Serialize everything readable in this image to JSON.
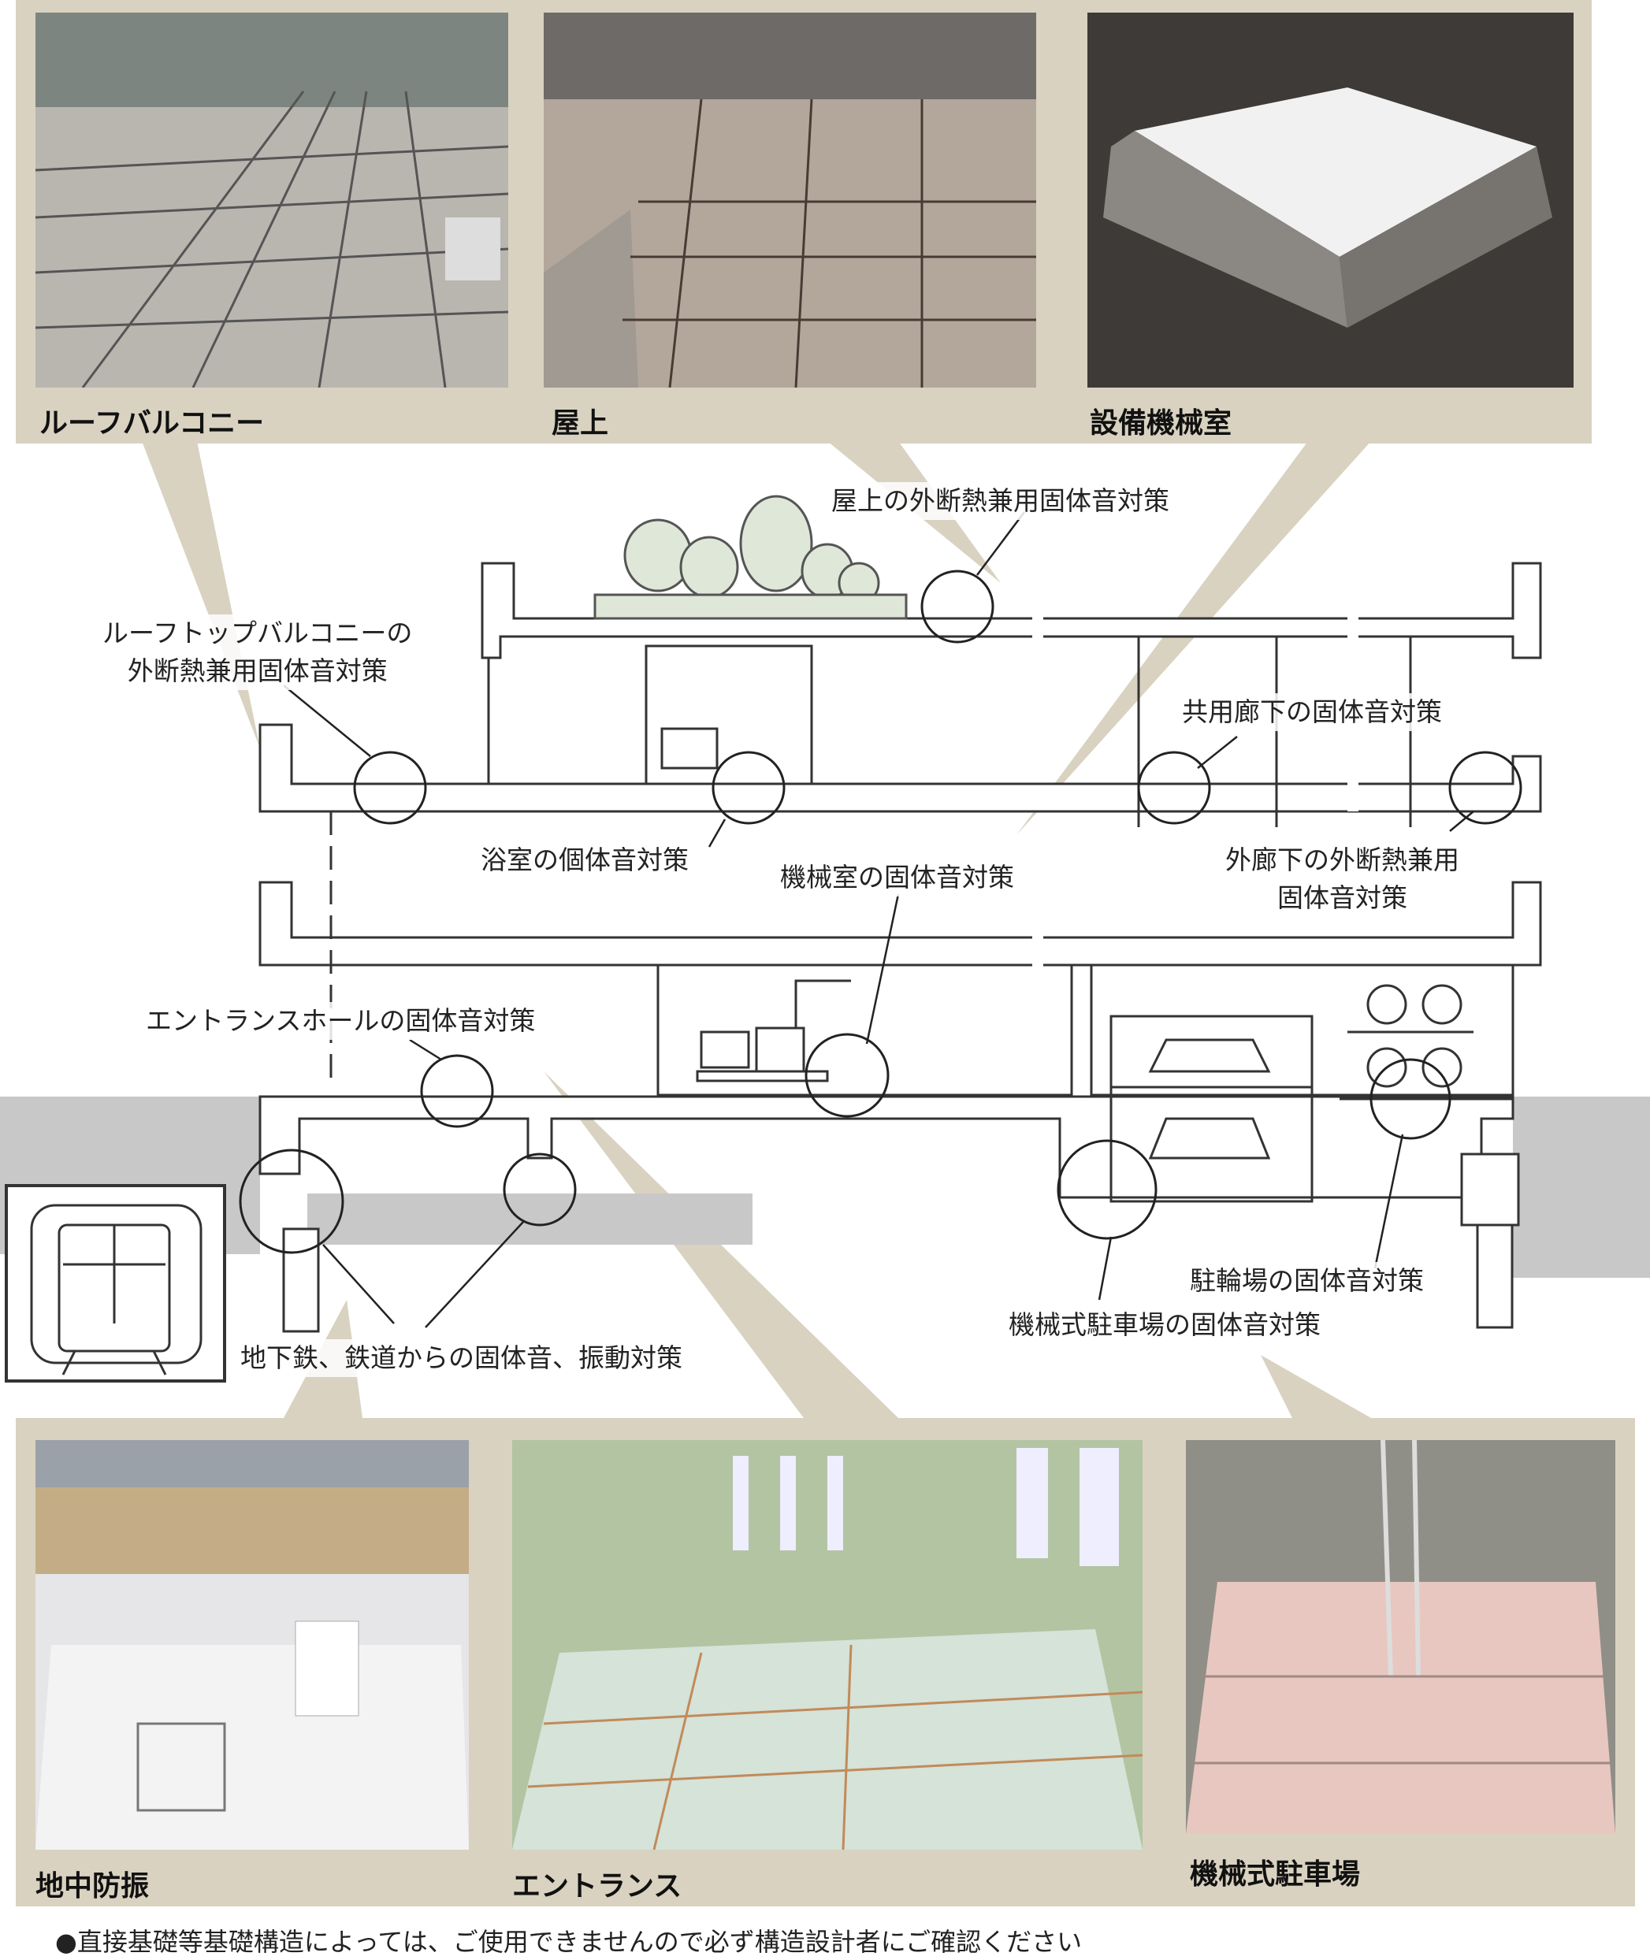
{
  "photos_top": [
    {
      "id": "roof-balcony",
      "caption": "ルーフバルコニー"
    },
    {
      "id": "rooftop",
      "caption": "屋上"
    },
    {
      "id": "machine-room",
      "caption": "設備機械室"
    }
  ],
  "photos_bottom": [
    {
      "id": "underground",
      "caption": "地中防振"
    },
    {
      "id": "entrance",
      "caption": "エントランス"
    },
    {
      "id": "parking",
      "caption": "機械式駐車場"
    }
  ],
  "labels": {
    "rooftop": "屋上の外断熱兼用固体音対策",
    "roof_balcony_line1": "ルーフトップバルコニーの",
    "roof_balcony_line2": "外断熱兼用固体音対策",
    "corridor": "共用廊下の固体音対策",
    "bathroom": "浴室の個体音対策",
    "machine_room": "機械室の固体音対策",
    "outer_corridor_line1": "外廊下の外断熱兼用",
    "outer_corridor_line2": "固体音対策",
    "entrance_hall": "エントランスホールの固体音対策",
    "bicycle": "駐輪場の固体音対策",
    "parking": "機械式駐車場の固体音対策",
    "subway": "地下鉄、鉄道からの固体音、振動対策"
  },
  "footnote": "●直接基礎等基礎構造によっては、ご使用できませんので必ず構造設計者にご確認ください",
  "colors": {
    "panel": "#d9d2c1",
    "ground": "#c8c8c8",
    "structure": "#ffffff",
    "outline": "#333333",
    "tree": "#dfe8d8"
  }
}
